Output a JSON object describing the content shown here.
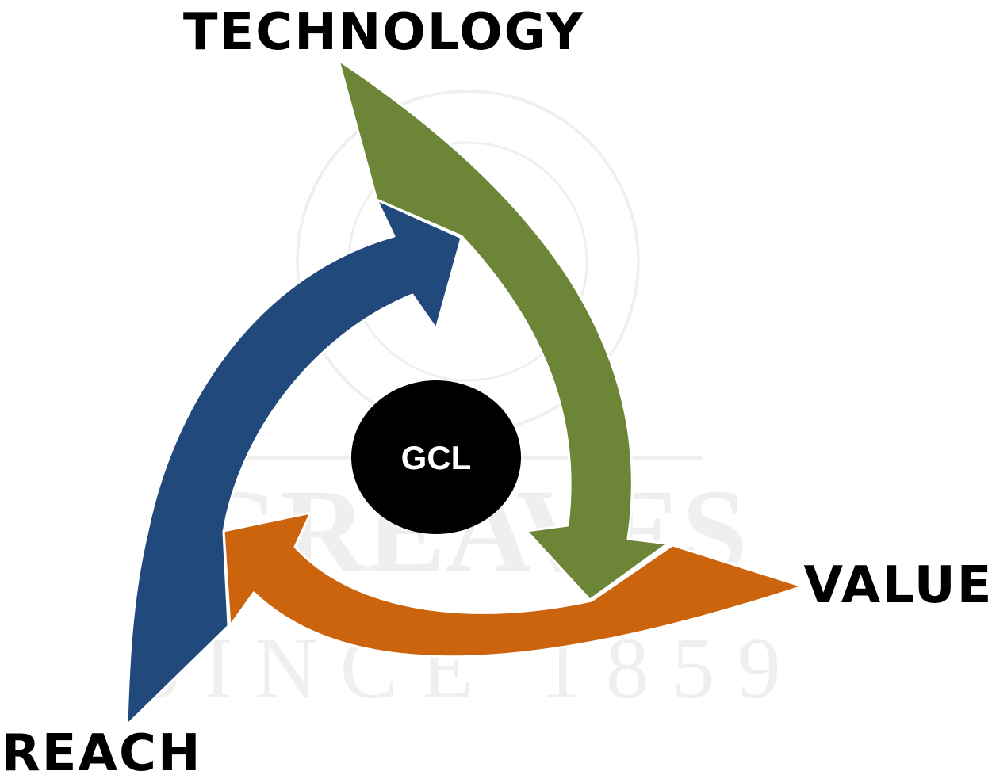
{
  "center": {
    "label": "GCL",
    "color": "#000000",
    "text_color": "#ffffff"
  },
  "nodes": [
    {
      "id": "technology",
      "label": "TECHNOLOGY"
    },
    {
      "id": "value",
      "label": "VALUE"
    },
    {
      "id": "reach",
      "label": "REACH"
    }
  ],
  "arrows": [
    {
      "id": "technology-to-value",
      "from": "technology",
      "to": "value",
      "color": "#6c8537"
    },
    {
      "id": "value-to-reach",
      "from": "value",
      "to": "reach",
      "color": "#cc630d"
    },
    {
      "id": "reach-to-technology",
      "from": "reach",
      "to": "technology",
      "color": "#21497b"
    }
  ],
  "watermark": {
    "text_main": "GREAVES",
    "text_sub": "SINCE 1859"
  }
}
